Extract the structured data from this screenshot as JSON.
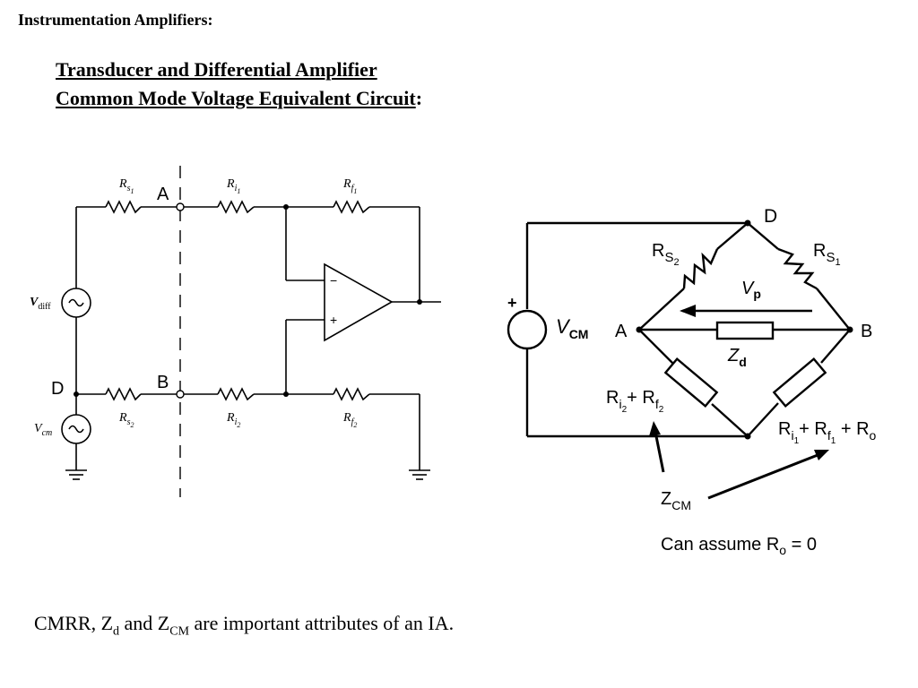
{
  "header": {
    "title": "Instrumentation Amplifiers:",
    "subtitle_line1": "Transducer and Differential Amplifier",
    "subtitle_line2": "Common Mode Voltage Equivalent Circuit",
    "subtitle_colon": ":"
  },
  "left_circuit": {
    "node_A": "A",
    "node_B": "B",
    "node_D": "D",
    "rs1": {
      "main": "R",
      "sub": "s",
      "subsub": "1"
    },
    "rs2": {
      "main": "R",
      "sub": "s",
      "subsub": "2"
    },
    "ri1": {
      "main": "R",
      "sub": "i",
      "subsub": "1"
    },
    "ri2": {
      "main": "R",
      "sub": "i",
      "subsub": "2"
    },
    "rf1": {
      "main": "R",
      "sub": "f",
      "subsub": "1"
    },
    "rf2": {
      "main": "R",
      "sub": "f",
      "subsub": "2"
    },
    "vdiff": {
      "main": "V",
      "sub": "diff"
    },
    "vcm": {
      "main": "V",
      "sub": "cm"
    },
    "opamp_minus": "−",
    "opamp_plus": "+"
  },
  "right_circuit": {
    "node_D": "D",
    "node_A": "A",
    "node_B": "B",
    "source_plus": "+",
    "vcm": {
      "main": "V",
      "sub": "CM"
    },
    "rs2": {
      "main": "R",
      "sub": "S",
      "subsub": "2"
    },
    "rs1": {
      "main": "R",
      "sub": "S",
      "subsub": "1"
    },
    "vp": {
      "main": "V",
      "sub": "p"
    },
    "zd": {
      "main": "Z",
      "sub": "d"
    },
    "ri2_rf2": {
      "r1": "R",
      "s1": "i",
      "ss1": "2",
      "plus": "+ ",
      "r2": "R",
      "s2": "f",
      "ss2": "2"
    },
    "ri1_rf1_ro": {
      "r1": "R",
      "s1": "i",
      "ss1": "1",
      "plus1": "+ ",
      "r2": "R",
      "s2": "f",
      "ss2": "1",
      "plus2": " + ",
      "r3": "R",
      "s3": "o"
    },
    "zcm": {
      "main": "Z",
      "sub": "CM"
    },
    "note": {
      "text": "Can assume R",
      "sub": "o",
      "tail": " = 0"
    }
  },
  "footer": {
    "part1": "CMRR, Z",
    "sub1": "d",
    "part2": " and Z",
    "sub2": "CM",
    "part3": " are important attributes of an IA."
  }
}
